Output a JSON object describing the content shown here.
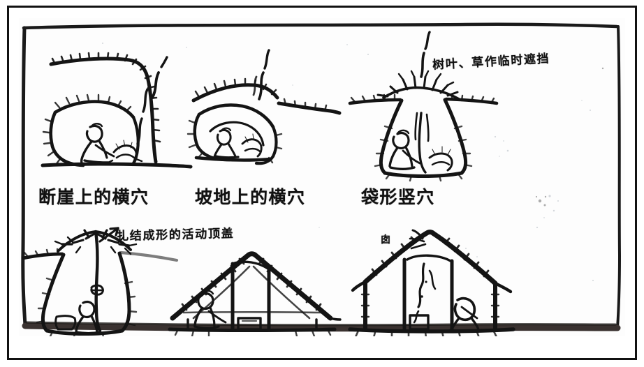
{
  "figure": {
    "title_alt": "原始居住形式演变图",
    "medium": "black-ink line drawing scan",
    "border_color": "#111111",
    "paper_color": "#fdfdfd",
    "ink_color": "#111111"
  },
  "captions": {
    "scene_1": "断崖上的横穴",
    "scene_2": "坡地上的横穴",
    "scene_3": "袋形竖穴",
    "note_top_right": "树叶、草作临时遮挡",
    "note_movable_lid": "扎结成形的活动顶盖",
    "label_flue": "囱"
  },
  "scenes": [
    {
      "id": "cliff-horizontal-cave",
      "row": "top",
      "order": 1,
      "label": "断崖上的横穴",
      "elements": [
        "cliff-overhang",
        "cave-mouth",
        "seated-figure",
        "campfire",
        "smoke-wisp",
        "ground-line"
      ]
    },
    {
      "id": "slope-horizontal-cave",
      "row": "top",
      "order": 2,
      "label": "坡地上的横穴",
      "elements": [
        "sloping-ground",
        "cave-chamber",
        "seated-figure",
        "campfire",
        "smoke-wisp"
      ]
    },
    {
      "id": "bag-shaped-vertical-pit",
      "row": "top",
      "order": 3,
      "label": "袋形竖穴",
      "elements": [
        "pit-section",
        "branch-cover",
        "seated-figure",
        "campfire",
        "smoke-wisp",
        "leaf-grass-screen"
      ]
    },
    {
      "id": "pit-with-movable-lid",
      "row": "bottom",
      "order": 4,
      "label": "",
      "elements": [
        "pit-section",
        "tied-branch-lid",
        "center-post",
        "seated-figure",
        "hearth"
      ]
    },
    {
      "id": "half-sunken-gable-hut",
      "row": "bottom",
      "order": 5,
      "label": "",
      "elements": [
        "thatched-gable-roof",
        "ridge-post",
        "seated-figure",
        "hearth",
        "sunken-floor"
      ]
    },
    {
      "id": "ground-level-gable-house",
      "row": "bottom",
      "order": 6,
      "label": "",
      "elements": [
        "thatched-gable-roof",
        "wall-posts",
        "smoke-hole",
        "rising-smoke",
        "seated-figure",
        "hearth"
      ]
    }
  ]
}
